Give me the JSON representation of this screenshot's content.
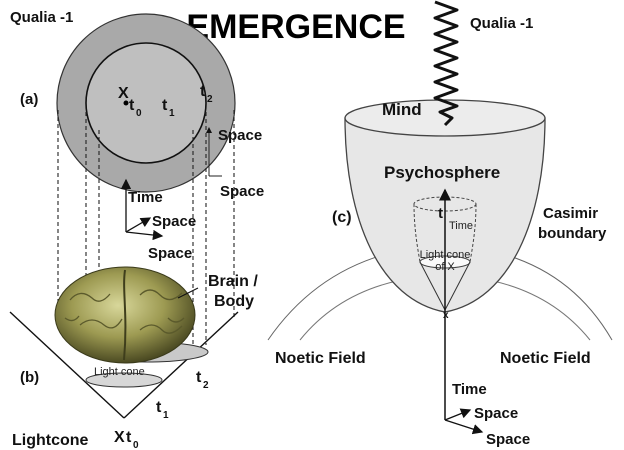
{
  "title": "EMERGENCE",
  "left": {
    "qualia_label": "Qualia -1",
    "panel_a": "(a)",
    "x_mark": "X",
    "t0": "t",
    "t0_sub": "0",
    "t1": "t",
    "t1_sub": "1",
    "t2": "t",
    "t2_sub": "2",
    "space_up": "Space",
    "space_right": "Space",
    "axis_time": "Time",
    "axis_space_1": "Space",
    "axis_space_2": "Space",
    "brain_label_1": "Brain /",
    "brain_label_2": "Body",
    "lightcone_inner": "Light cone",
    "panel_b": "(b)",
    "bottom_t2": "t",
    "bottom_t2_sub": "2",
    "bottom_t1": "t",
    "bottom_t1_sub": "1",
    "lightcone_label": "Lightcone",
    "bottom_x": "X",
    "bottom_t0": "t",
    "bottom_t0_sub": "0"
  },
  "right": {
    "qualia_label": "Qualia -1",
    "mind": "Mind",
    "psychosphere": "Psychosphere",
    "panel_c": "(c)",
    "casimir_1": "Casimir",
    "casimir_2": "boundary",
    "inner_t": "t",
    "inner_time": "Time",
    "inner_light_1": "Light cone",
    "inner_light_2": "of X",
    "noetic_left": "Noetic Field",
    "noetic_right": "Noetic Field",
    "axis_time": "Time",
    "axis_space_1": "Space",
    "axis_space_2": "Space"
  }
}
